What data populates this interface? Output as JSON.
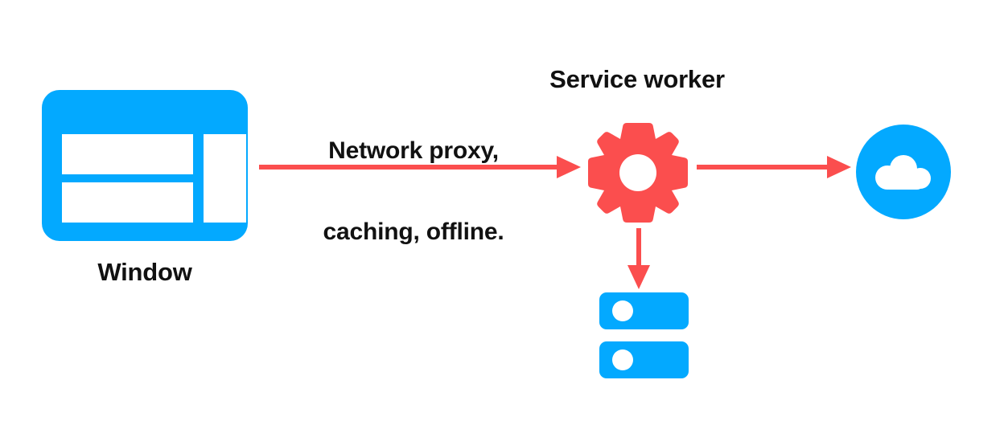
{
  "diagram": {
    "title": "Service worker network proxy diagram",
    "background": "#ffffff",
    "colors": {
      "blue": "#03A9FF",
      "red": "#FB4E4E",
      "text": "#111111",
      "white": "#ffffff"
    }
  },
  "nodes": {
    "window": {
      "label": "Window",
      "icon": "browser-window-icon",
      "color": "#03A9FF"
    },
    "service_worker": {
      "label": "Service worker",
      "icon": "gear-icon",
      "color": "#FB4E4E"
    },
    "cloud": {
      "label": "",
      "icon": "cloud-icon",
      "color": "#03A9FF"
    },
    "cache": {
      "label": "",
      "icon": "cache-storage-icon",
      "color": "#03A9FF"
    }
  },
  "edges": {
    "window_to_service_worker": {
      "caption_line_1": "Network proxy,",
      "caption_line_2": "caching, offline.",
      "direction": "right",
      "color": "#FB4E4E"
    },
    "service_worker_to_cloud": {
      "caption": "",
      "direction": "right",
      "color": "#FB4E4E"
    },
    "service_worker_to_cache": {
      "caption": "",
      "direction": "down",
      "color": "#FB4E4E"
    }
  }
}
